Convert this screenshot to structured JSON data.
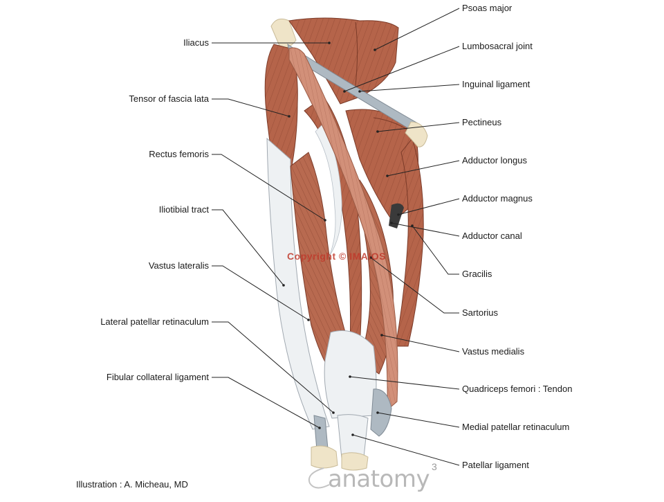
{
  "labels_left": [
    {
      "id": "iliacus",
      "text": "Iliacus"
    },
    {
      "id": "tensor",
      "text": "Tensor of fascia lata"
    },
    {
      "id": "rectus",
      "text": "Rectus femoris"
    },
    {
      "id": "itt",
      "text": "Iliotibial tract"
    },
    {
      "id": "vastus-lat",
      "text": "Vastus lateralis"
    },
    {
      "id": "lat-ret",
      "text": "Lateral patellar retinaculum"
    },
    {
      "id": "fib-col",
      "text": "Fibular collateral ligament"
    }
  ],
  "labels_right": [
    {
      "id": "psoas",
      "text": "Psoas major"
    },
    {
      "id": "lumbo",
      "text": "Lumbosacral joint"
    },
    {
      "id": "inguinal",
      "text": "Inguinal ligament"
    },
    {
      "id": "pectineus",
      "text": "Pectineus"
    },
    {
      "id": "add-longus",
      "text": "Adductor longus"
    },
    {
      "id": "add-magnus",
      "text": "Adductor magnus"
    },
    {
      "id": "add-canal",
      "text": "Adductor canal"
    },
    {
      "id": "gracilis",
      "text": "Gracilis"
    },
    {
      "id": "sartorius",
      "text": "Sartorius"
    },
    {
      "id": "vastus-med",
      "text": "Vastus medialis"
    },
    {
      "id": "quad-tendon",
      "text": "Quadriceps femori : Tendon"
    },
    {
      "id": "med-ret",
      "text": "Medial patellar retinaculum"
    },
    {
      "id": "pat-lig",
      "text": "Patellar ligament"
    }
  ],
  "credit": "Illustration : A. Micheau, MD",
  "watermark": "Copyright © IMAIOS",
  "logo": "anatomy",
  "page_number": "3",
  "colors": {
    "muscle": "#b5644a",
    "muscle_dark": "#8f4632",
    "muscle_light": "#cf8f78",
    "tendon": "#eef1f3",
    "ligament": "#aeb9c2",
    "bone": "#efe4c8"
  }
}
